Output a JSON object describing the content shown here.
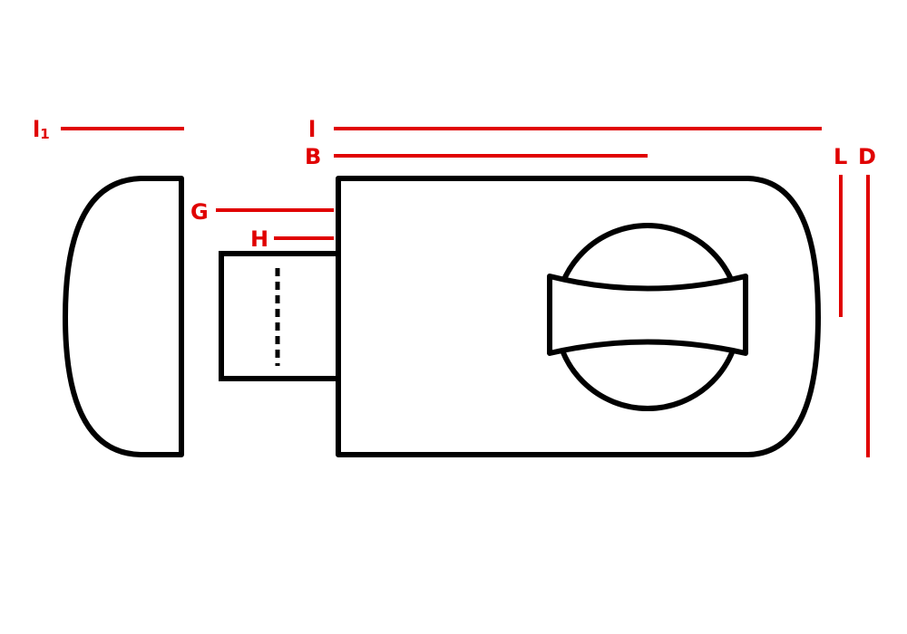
{
  "colors": {
    "dimension": "#e00000",
    "outline": "#000000",
    "background": "#ffffff"
  },
  "labels": {
    "l1_main": "l",
    "l1_sub": "1",
    "l": "l",
    "b": "B",
    "g": "G",
    "h": "H",
    "L": "L",
    "d": "D"
  }
}
